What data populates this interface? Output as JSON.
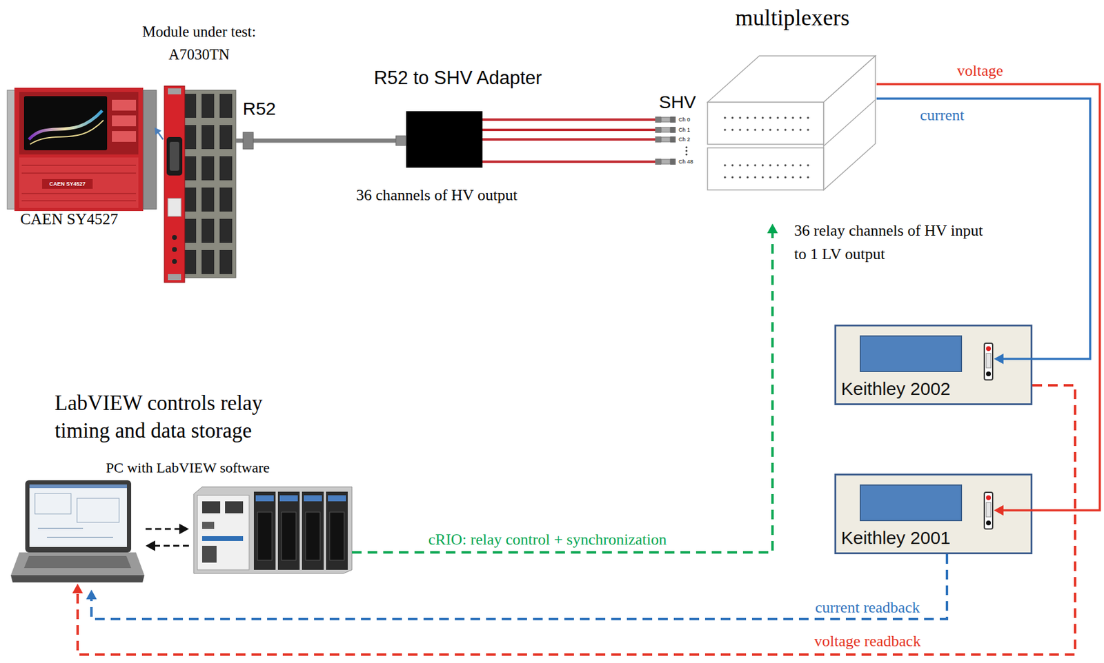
{
  "diagram": {
    "nodes": [
      {
        "text": [
          "CAEN SY4527"
        ]
      },
      {
        "text": [
          "Module under test: A7030TN"
        ]
      },
      {
        "text": [
          "R52 to SHV Adapter"
        ]
      },
      {
        "text": [
          "multiplexers"
        ]
      },
      {
        "text": [
          "Keithley 2002"
        ]
      },
      {
        "text": [
          "Keithley 2001"
        ]
      },
      {
        "text": [
          "PC with LabVIEW software"
        ]
      },
      {
        "text": []
      }
    ],
    "edges": [
      {
        "from": 1,
        "to": 0,
        "arrow": "to"
      },
      {
        "from": 1,
        "to": 2,
        "arrow": "none"
      },
      {
        "from": 2,
        "to": 3,
        "arrow": "none"
      },
      {
        "from": 3,
        "to": 5,
        "label": "voltage",
        "arrow": "to"
      },
      {
        "from": 3,
        "to": 4,
        "label": "current",
        "arrow": "to"
      },
      {
        "from": 7,
        "to": 3,
        "label": "cRIO: relay control + synchronization",
        "arrow": "to"
      },
      {
        "from": 5,
        "to": 6,
        "label": "current readback",
        "arrow": "to"
      },
      {
        "from": 4,
        "to": 6,
        "label": "voltage readback",
        "arrow": "to"
      },
      {
        "from": 6,
        "to": 7,
        "arrow": "to"
      },
      {
        "from": 7,
        "to": 6,
        "arrow": "to"
      }
    ],
    "labels": [
      "R52",
      "SHV",
      "Ch 0",
      "Ch 1",
      "Ch 2",
      "Ch 48",
      "36 channels of HV output",
      "36 relay channels of HV input to 1 LV output",
      "LabVIEW controls relay timing and data storage",
      "CAEN SY4527"
    ]
  }
}
